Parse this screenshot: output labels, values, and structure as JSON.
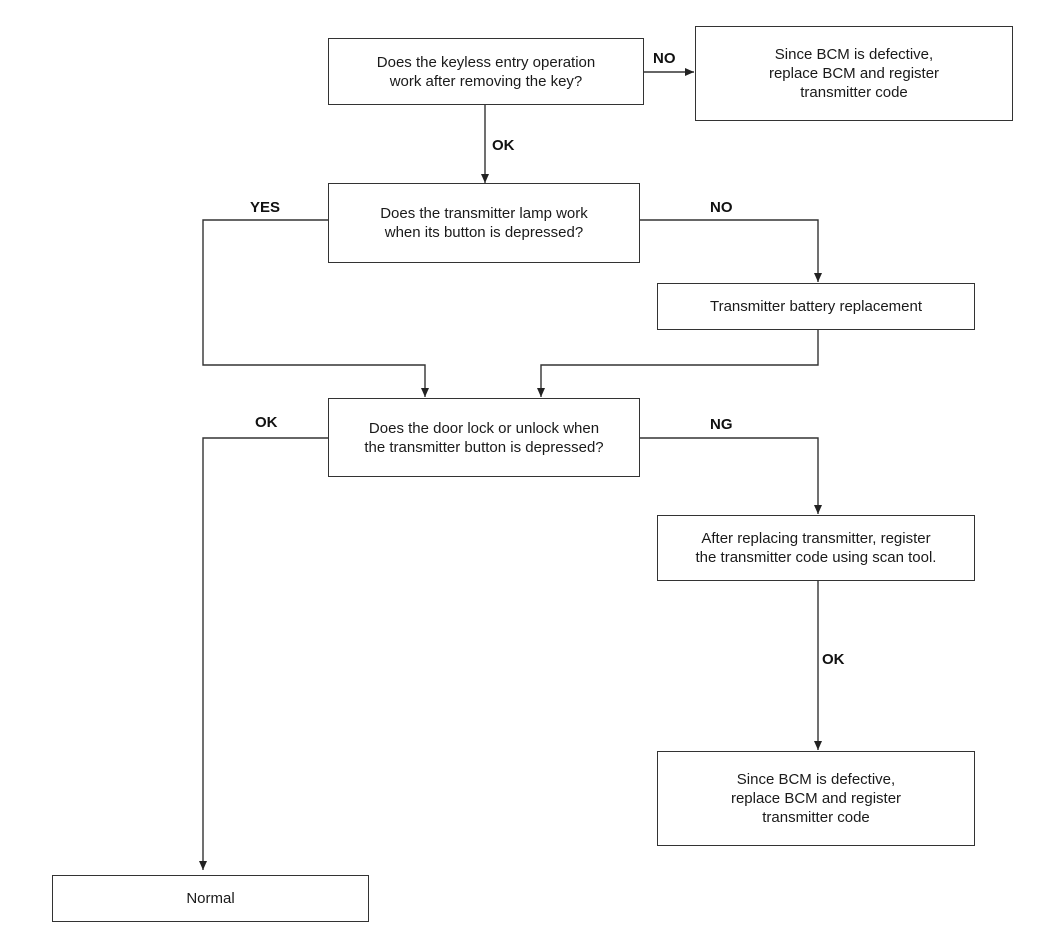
{
  "nodes": {
    "q_keyless": "Does the keyless entry operation\nwork after removing the key?",
    "bcm_top": "Since BCM is defective,\nreplace BCM and register\ntransmitter code",
    "q_lamp": "Does the transmitter lamp work\nwhen its button is depressed?",
    "battery": "Transmitter battery replacement",
    "q_door": "Does the door lock or unlock when\nthe transmitter button is depressed?",
    "replace_tx": "After replacing transmitter, register\nthe transmitter code using scan tool.",
    "bcm_bottom": "Since BCM is defective,\nreplace BCM and register\ntransmitter code",
    "normal": "Normal"
  },
  "edge_labels": {
    "keyless_no": "NO",
    "keyless_ok": "OK",
    "lamp_yes": "YES",
    "lamp_no": "NO",
    "door_ok": "OK",
    "door_ng": "NG",
    "replace_ok": "OK"
  }
}
